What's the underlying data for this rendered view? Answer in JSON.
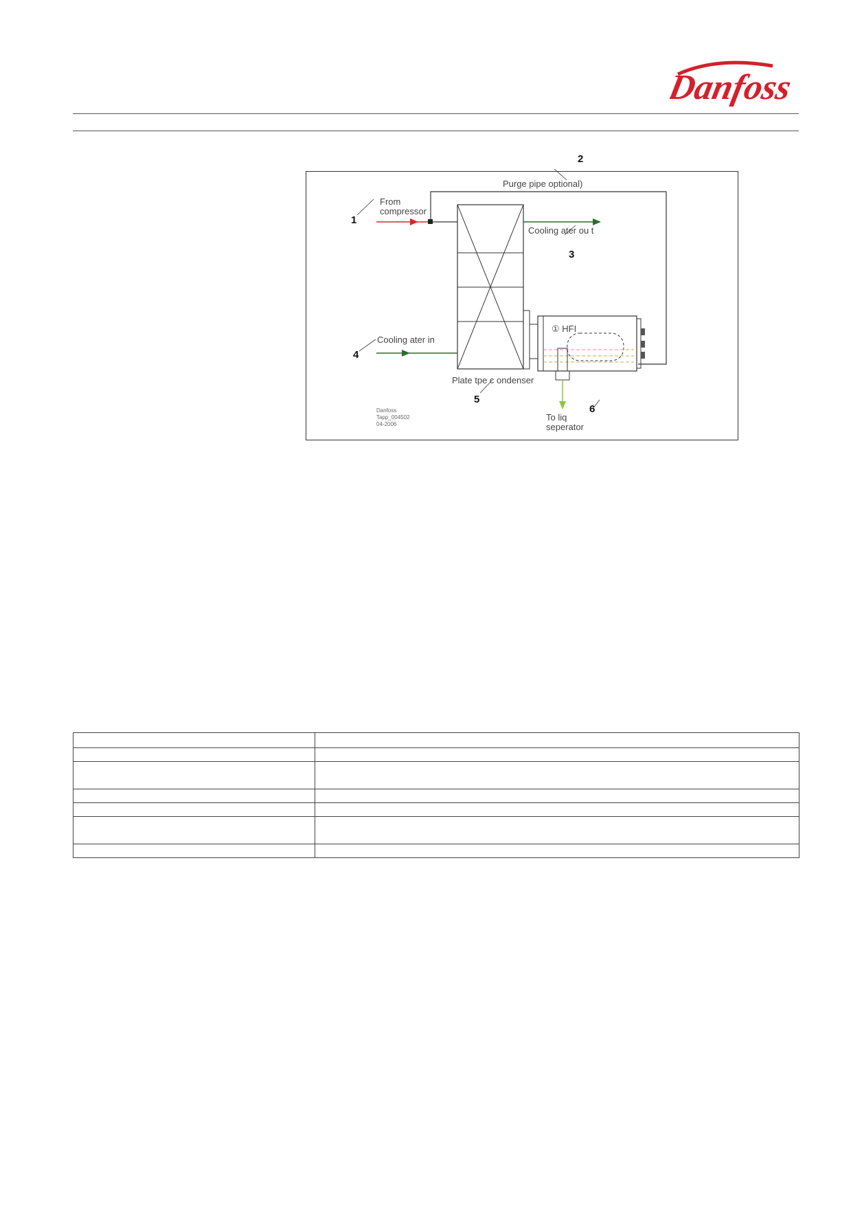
{
  "brand": {
    "name": "Danfoss",
    "color": "#d4202b"
  },
  "diagram": {
    "callouts": [
      "1",
      "2",
      "3",
      "4",
      "5",
      "6"
    ],
    "labels": {
      "from_compressor_line1": "From",
      "from_compressor_line2": "compressor",
      "purge_pipe": "Purge pipe optional)",
      "cooling_water_out": "Cooling ater ou   t",
      "cooling_water_in": "Cooling ater in",
      "plate_condenser": "Plate tpe c  ondenser",
      "hfi": "① HFI",
      "to_liquid_line1": "To liq",
      "to_liquid_line2": "seperator"
    },
    "drawing_ref": [
      "Danfoss",
      "Tapp_004502",
      "04-2006"
    ],
    "colors": {
      "hot_gas": "#d9262b",
      "cooling_water": "#2d6a2d",
      "liquid_out": "#8cc63f",
      "liquid_level": "#d9a441"
    }
  },
  "table": {
    "rows": [
      {
        "c1": "",
        "c2": ""
      },
      {
        "c1": "",
        "c2": ""
      },
      {
        "c1": "",
        "c2": ""
      },
      {
        "c1": "",
        "c2": ""
      },
      {
        "c1": "",
        "c2": ""
      },
      {
        "c1": "",
        "c2": ""
      },
      {
        "c1": "",
        "c2": ""
      }
    ]
  }
}
